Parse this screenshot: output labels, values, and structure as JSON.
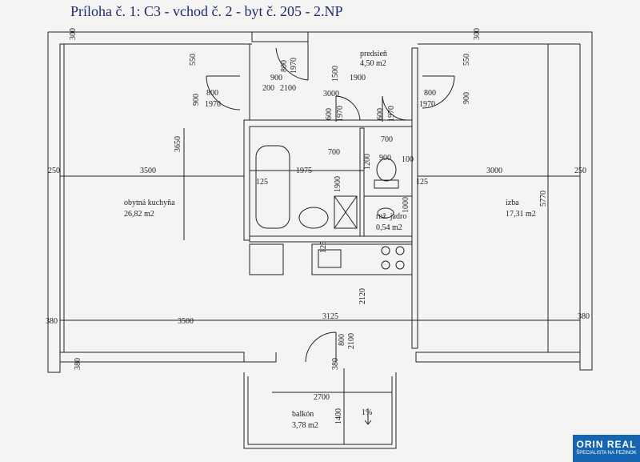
{
  "title": "Príloha č. 1: C3 - vchod č. 2 - byt č. 205 - 2.NP",
  "rooms": {
    "predsien": {
      "name": "predsieň",
      "area": "4,50 m2"
    },
    "kuchyna": {
      "name": "obytná kuchyňa",
      "area": "26,82 m2"
    },
    "izba": {
      "name": "izba",
      "area": "17,31 m2"
    },
    "jadro": {
      "name": "rnž. jadro",
      "area": "0,54 m2"
    },
    "balkon": {
      "name": "balkón",
      "area": "3,78 m2"
    }
  },
  "dimensions": {
    "d300_tl": "300",
    "d300_tr": "300",
    "d550_l": "550",
    "d550_r": "550",
    "d900_l": "900",
    "d900_r": "900",
    "d800_l": "800",
    "d1970_l": "1970",
    "d800_r": "800",
    "d1970_r": "1970",
    "d800_top": "800",
    "d1970_top": "1970",
    "d900_top": "900",
    "d200": "200",
    "d2100_top": "2100",
    "d1500": "1500",
    "d1900": "1900",
    "d3000_top": "3000",
    "d600_a": "600",
    "d1970_a": "1970",
    "d600_b": "600",
    "d1970_b": "1970",
    "d3650": "3650",
    "d700_a": "700",
    "d700_b": "700",
    "d1200": "1200",
    "d900_wc": "900",
    "d100_a": "100",
    "d250_l": "250",
    "d3500_top": "3500",
    "d1975": "1975",
    "d125_a": "125",
    "d125_b": "125",
    "d3000_r": "3000",
    "d250_r": "250",
    "d1900_v": "1900",
    "d1000": "1000",
    "d5770": "5770",
    "d125_c": "125",
    "d2120": "2120",
    "d380_l": "380",
    "d3500_bot": "3500",
    "d3125": "3125",
    "d380_r": "380",
    "d800_bal": "800",
    "d2100_bal": "2100",
    "d380_bl": "380",
    "d380_bc": "380",
    "d2700": "2700",
    "d1400": "1400",
    "slope": "1%"
  },
  "logo": {
    "name": "ORIN REAL",
    "tagline": "ŠPECIALISTA NA PEZINOK"
  },
  "colors": {
    "title": "#1f2a6e",
    "logo": "#1565b0",
    "line": "#222222"
  }
}
